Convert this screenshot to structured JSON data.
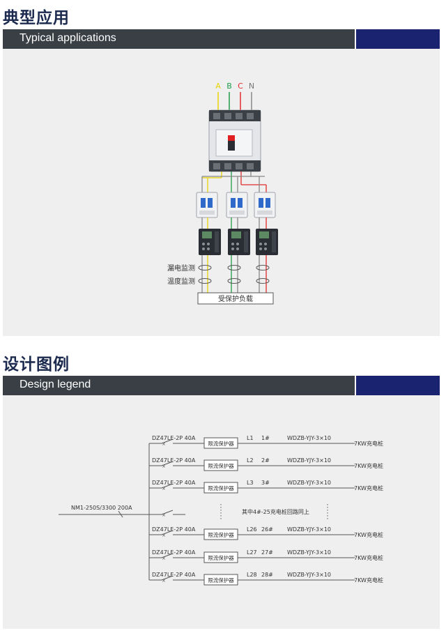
{
  "section1": {
    "title_cn": "典型应用",
    "title_en": "Typical applications",
    "phases": [
      "A",
      "B",
      "C",
      "N"
    ],
    "phase_colors": {
      "A": "#e8d200",
      "B": "#1e9b47",
      "C": "#e22a2a",
      "N": "#888888"
    },
    "label_leak": "漏电监测",
    "label_temp": "温度监测",
    "load_label": "受保护负载"
  },
  "section2": {
    "title_cn": "设计图例",
    "title_en": "Design legend",
    "main_breaker": "NM1-250S/3300 200A",
    "note": "其中4#-25充电桩回路同上",
    "circuits": [
      {
        "breaker": "DZ47LE-2P 40A",
        "device": "限流保护器",
        "line": "L1",
        "num": "1#",
        "cable": "WDZB-YJY-3×10",
        "load": "7KW充电桩"
      },
      {
        "breaker": "DZ47LE-2P 40A",
        "device": "限流保护器",
        "line": "L2",
        "num": "2#",
        "cable": "WDZB-YJY-3×10",
        "load": "7KW充电桩"
      },
      {
        "breaker": "DZ47LE-2P 40A",
        "device": "限流保护器",
        "line": "L3",
        "num": "3#",
        "cable": "WDZB-YJY-3×10",
        "load": "7KW充电桩"
      },
      {
        "breaker": "DZ47LE-2P 40A",
        "device": "限流保护器",
        "line": "L26",
        "num": "26#",
        "cable": "WDZB-YJY-3×10",
        "load": "7KW充电桩"
      },
      {
        "breaker": "DZ47LE-2P 40A",
        "device": "限流保护器",
        "line": "L27",
        "num": "27#",
        "cable": "WDZB-YJY-3×10",
        "load": "7KW充电桩"
      },
      {
        "breaker": "DZ47LE-2P 40A",
        "device": "限流保护器",
        "line": "L28",
        "num": "28#",
        "cable": "WDZB-YJY-3×10",
        "load": "7KW充电桩"
      }
    ]
  }
}
